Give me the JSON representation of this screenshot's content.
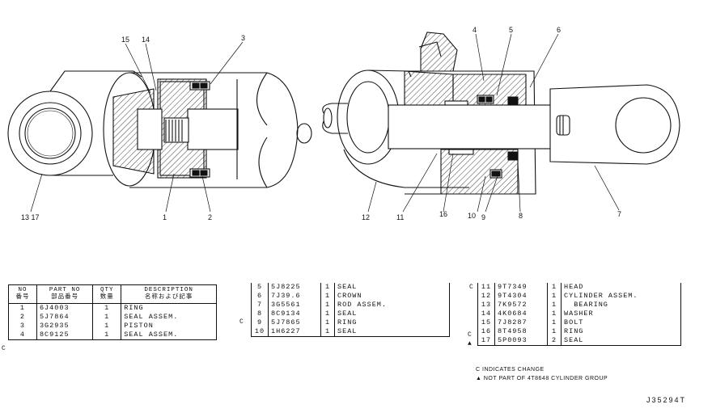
{
  "callouts": [
    "15",
    "14",
    "3",
    "4",
    "5",
    "6",
    "13 17",
    "1",
    "2",
    "12",
    "11",
    "16",
    "10",
    "9",
    "8",
    "7"
  ],
  "table1": {
    "headers": {
      "no": "NO",
      "no_jp": "番号",
      "part_no": "PART NO",
      "part_no_jp": "部品番号",
      "qty": "QTY",
      "qty_jp": "数量",
      "desc": "DESCRIPTION",
      "desc_jp": "名称および記事"
    },
    "rows": [
      {
        "mark": "",
        "no": "1",
        "part": "6J4003",
        "qty": "1",
        "desc": "RING"
      },
      {
        "mark": "",
        "no": "2",
        "part": "5J7864",
        "qty": "1",
        "desc": "SEAL ASSEM."
      },
      {
        "mark": "",
        "no": "3",
        "part": "3G2935",
        "qty": "1",
        "desc": "PISTON"
      },
      {
        "mark": "C",
        "no": "4",
        "part": "8C9125",
        "qty": "1",
        "desc": "SEAL ASSEM."
      }
    ]
  },
  "table2": {
    "rows": [
      {
        "mark": "",
        "no": "5",
        "part": "5J8225",
        "qty": "1",
        "desc": "SEAL"
      },
      {
        "mark": "",
        "no": "6",
        "part": "7J39.6",
        "qty": "1",
        "desc": "CROWN"
      },
      {
        "mark": "",
        "no": "7",
        "part": "3G5561",
        "qty": "1",
        "desc": "ROD ASSEM."
      },
      {
        "mark": "C",
        "no": "8",
        "part": "8C9134",
        "qty": "1",
        "desc": "SEAL"
      },
      {
        "mark": "",
        "no": "9",
        "part": "5J7865",
        "qty": "1",
        "desc": "RING"
      },
      {
        "mark": "",
        "no": "10",
        "part": "1H6227",
        "qty": "1",
        "desc": "SEAL"
      }
    ]
  },
  "table3": {
    "rows": [
      {
        "mark": "C",
        "no": "11",
        "part": "9T7349",
        "qty": "1",
        "desc": "HEAD"
      },
      {
        "mark": "",
        "no": "12",
        "part": "9T4304",
        "qty": "1",
        "desc": "CYLINDER ASSEM."
      },
      {
        "mark": "",
        "no": "13",
        "part": "7K9572",
        "qty": "1",
        "desc": "  BEARING"
      },
      {
        "mark": "",
        "no": "14",
        "part": "4K0684",
        "qty": "1",
        "desc": "WASHER"
      },
      {
        "mark": "",
        "no": "15",
        "part": "7J8287",
        "qty": "1",
        "desc": "BOLT"
      },
      {
        "mark": "C",
        "no": "16",
        "part": "8T4958",
        "qty": "1",
        "desc": "RING"
      },
      {
        "mark": "▲",
        "no": "17",
        "part": "5P0093",
        "qty": "2",
        "desc": "SEAL"
      }
    ]
  },
  "notes": {
    "n1": "C INDICATES CHANGE",
    "n2": "▲ NOT PART OF 4T8648 CYLINDER GROUP"
  },
  "drawing_code": "J35294T"
}
